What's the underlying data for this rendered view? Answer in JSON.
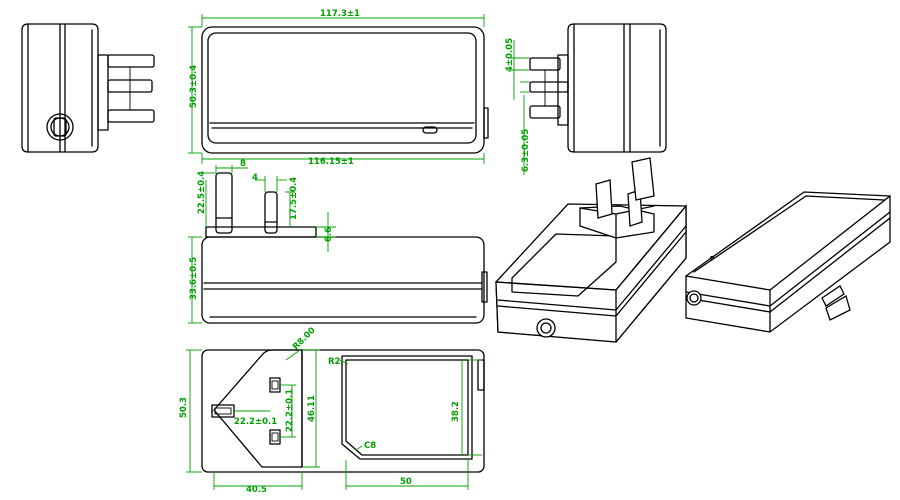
{
  "line_color": "#000000",
  "dimension_color": "#00a000",
  "dimensions": {
    "top_width": "117.3±1",
    "top_height": "50.3±0.4",
    "top_bottom_width": "116.15±1",
    "pin_thickness": "4±0.05",
    "pin_offset": "6.3±0.05",
    "pin_spacing": "8",
    "pin_width": "4",
    "earth_pin_length": "22.5±0.4",
    "live_pin_length": "17.5±0.4",
    "pin_base": "6.6",
    "side_height": "33.6±0.5",
    "radius": "R8.00",
    "front_height": "50.3",
    "plug_face_height": "46.11",
    "pin_distance_h": "22.2±0.1",
    "pin_distance_v": "22.2±0.1",
    "front_plug_width": "40.5",
    "label_radius": "R2",
    "label_chamfer": "C8",
    "label_height": "38.2",
    "label_width": "50"
  }
}
